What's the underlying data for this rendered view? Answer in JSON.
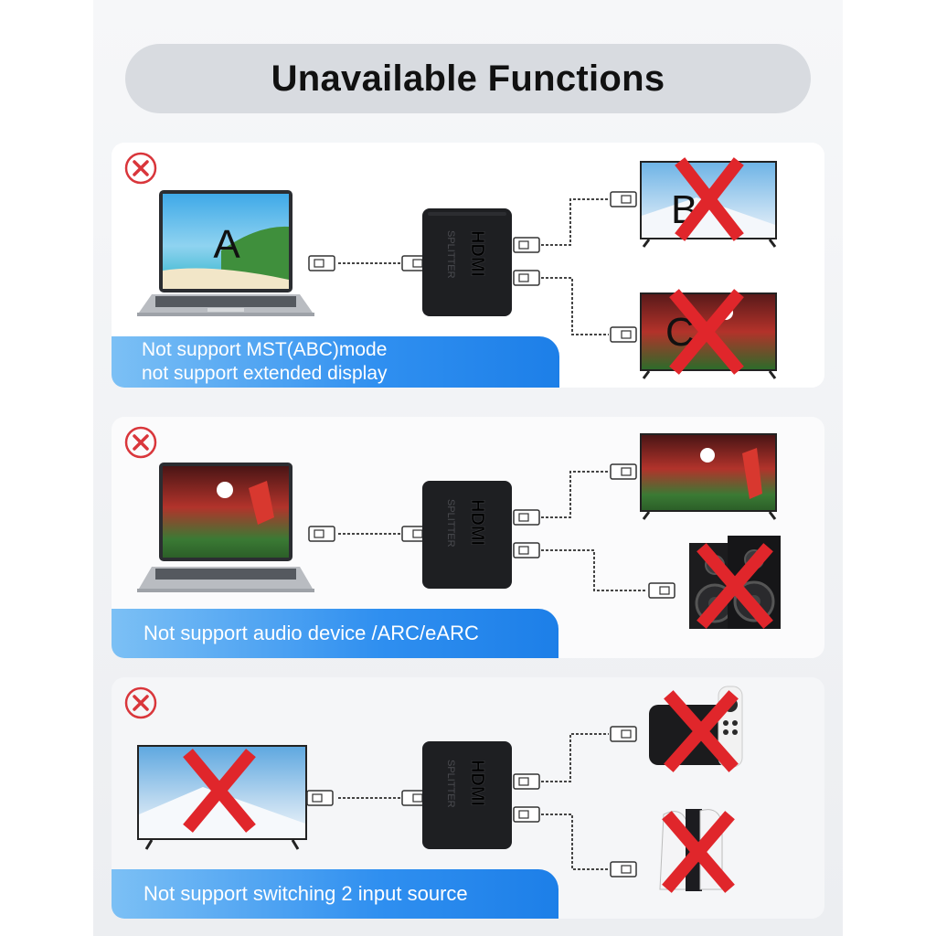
{
  "title": "Unavailable Functions",
  "splitter": {
    "logo": "HDMI",
    "label": "SPLITTER"
  },
  "panels": [
    {
      "caption_line1": "Not support MST(ABC)mode",
      "caption_line2": "not support extended display",
      "source_letter": "A",
      "output1_letter": "B",
      "output2_letter": "C"
    },
    {
      "caption": "Not support audio device /ARC/eARC"
    },
    {
      "caption": "Not support switching 2 input source"
    }
  ],
  "colors": {
    "caption_blue": "#2f8ff0",
    "cross_red": "#e0262b",
    "splitter": "#1e1f22"
  },
  "icons": [
    "unavailable-x-icon",
    "laptop-icon",
    "hdmi-plug-icon",
    "hdmi-splitter-icon",
    "tv-icon",
    "speaker-icon",
    "streaming-box-icon",
    "remote-icon",
    "game-console-icon",
    "red-cross-icon"
  ]
}
